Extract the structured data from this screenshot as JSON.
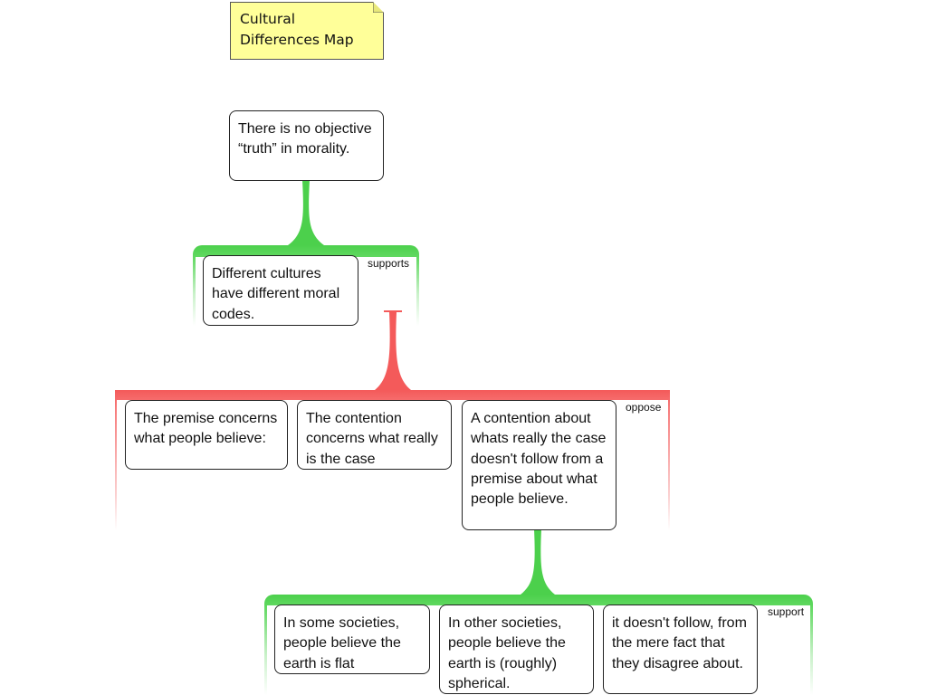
{
  "note": {
    "title": "Cultural Differences Map"
  },
  "claim": {
    "text": "There is no objective “truth” in morality."
  },
  "supports_group": {
    "label": "supports",
    "premise": "Different cultures have different moral codes."
  },
  "oppose_group": {
    "label": "oppose",
    "items": [
      "The premise concerns what people believe:",
      "The contention concerns what really is the case",
      "A contention about whats really the case doesn't follow from a premise about what people believe."
    ]
  },
  "support_group": {
    "label": "support",
    "items": [
      "In some societies, people believe the earth is flat",
      "In other societies, people believe the earth is (roughly) spherical.",
      "it doesn't follow, from the mere fact that they disagree about."
    ]
  },
  "colors": {
    "support_green": "#4cd04c",
    "oppose_red": "#f45a5a",
    "note_yellow": "#ffff99"
  }
}
